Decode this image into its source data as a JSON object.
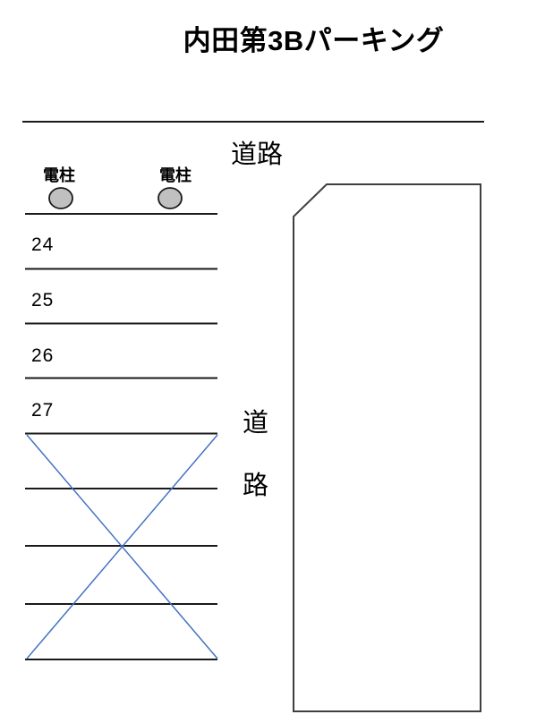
{
  "page": {
    "title": "内田第3Bパーキング"
  },
  "labels": {
    "road_top": "道路",
    "road_side_vertical": [
      "道",
      "路"
    ],
    "pole_left": "電柱",
    "pole_right": "電柱"
  },
  "stalls": [
    {
      "number": "24"
    },
    {
      "number": "25"
    },
    {
      "number": "26"
    },
    {
      "number": "27"
    }
  ],
  "diagram": {
    "stall_row_lines": 9,
    "crossed_out_rows": 4,
    "cross_out_marker": "blue-x",
    "utility_pole_icons": 2
  },
  "colors": {
    "line_black": "#1a1a1a",
    "structure_outline": "#3f3f3f",
    "pole_fill": "#c0c0c0",
    "pole_stroke": "#1a1a1a",
    "cross_out_blue": "#4472c4",
    "text": "#000000",
    "background": "#ffffff"
  }
}
